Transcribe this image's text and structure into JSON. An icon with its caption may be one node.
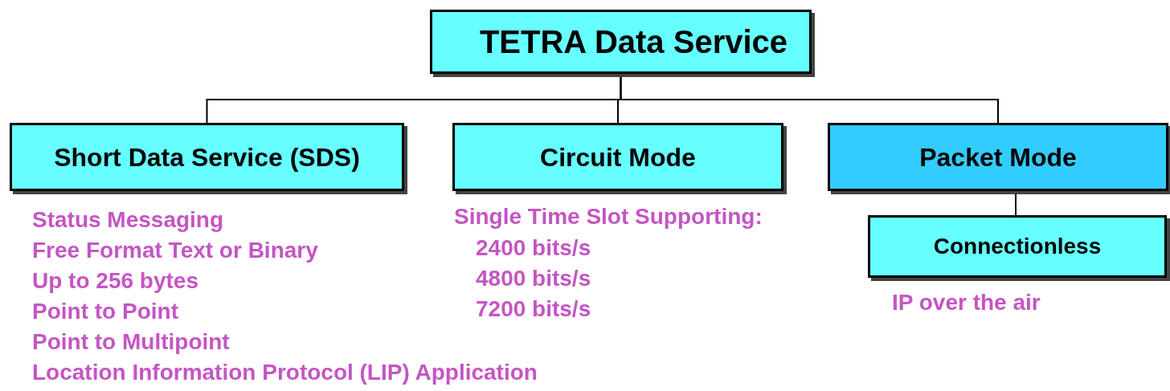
{
  "diagram": {
    "nodes": [
      {
        "text": [
          "TETRA Data Service"
        ]
      },
      {
        "text": [
          "Short Data Service (SDS)"
        ]
      },
      {
        "text": [
          "Circuit Mode"
        ]
      },
      {
        "text": [
          "Packet Mode"
        ]
      },
      {
        "text": [
          "Connectionless"
        ]
      }
    ],
    "edges": [
      {
        "from": 0,
        "to": 1,
        "arrow": "none"
      },
      {
        "from": 0,
        "to": 2,
        "arrow": "none"
      },
      {
        "from": 0,
        "to": 3,
        "arrow": "none"
      },
      {
        "from": 3,
        "to": 4,
        "arrow": "none"
      }
    ],
    "labels": [
      "Status Messaging",
      "Free Format Text or Binary",
      "Up to 256 bytes",
      "Point to Point",
      "Point to Multipoint",
      "Location Information Protocol (LIP) Application",
      "Single Time Slot Supporting:",
      "2400 bits/s",
      "4800 bits/s",
      "7200 bits/s",
      "IP over the air"
    ]
  }
}
